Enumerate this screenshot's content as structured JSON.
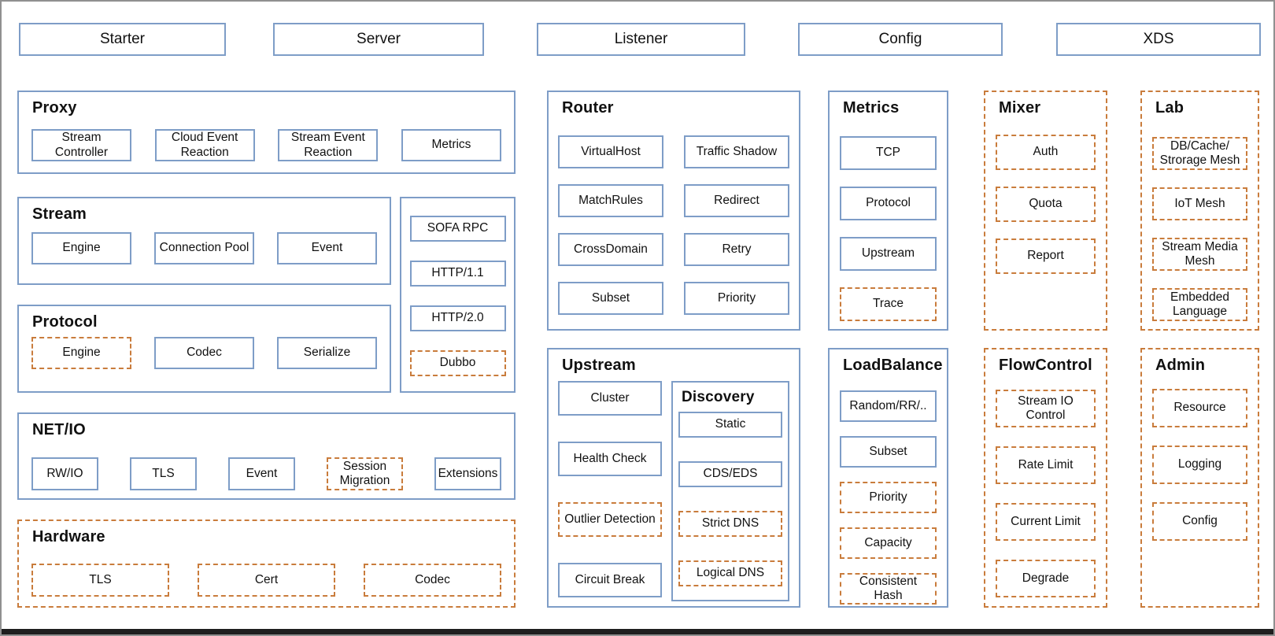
{
  "colors": {
    "solid_border_blue": "#7e9dc7",
    "dashed_border_orange": "#c97c3c",
    "text": "#111111",
    "background": "#ffffff"
  },
  "top_row": [
    "Starter",
    "Server",
    "Listener",
    "Config",
    "XDS"
  ],
  "sections": {
    "proxy": {
      "title": "Proxy",
      "items": [
        "Stream Controller",
        "Cloud Event Reaction",
        "Stream Event Reaction",
        "Metrics"
      ]
    },
    "stream": {
      "title": "Stream",
      "items": [
        "Engine",
        "Connection Pool",
        "Event"
      ]
    },
    "protocol": {
      "title": "Protocol",
      "items": [
        "Engine",
        "Codec",
        "Serialize"
      ]
    },
    "protocol_stack": {
      "items": [
        "SOFA RPC",
        "HTTP/1.1",
        "HTTP/2.0",
        "Dubbo"
      ]
    },
    "netio": {
      "title": "NET/IO",
      "items": [
        "RW/IO",
        "TLS",
        "Event",
        "Session Migration",
        "Extensions"
      ]
    },
    "hardware": {
      "title": "Hardware",
      "items": [
        "TLS",
        "Cert",
        "Codec"
      ]
    },
    "router": {
      "title": "Router",
      "items": [
        "VirtualHost",
        "Traffic Shadow",
        "MatchRules",
        "Redirect",
        "CrossDomain",
        "Retry",
        "Subset",
        "Priority"
      ]
    },
    "upstream": {
      "title": "Upstream",
      "items": [
        "Cluster",
        "Health Check",
        "Outlier Detection",
        "Circuit Break"
      ]
    },
    "discovery": {
      "title": "Discovery",
      "items": [
        "Static",
        "CDS/EDS",
        "Strict DNS",
        "Logical DNS"
      ]
    },
    "metrics": {
      "title": "Metrics",
      "items": [
        "TCP",
        "Protocol",
        "Upstream",
        "Trace"
      ]
    },
    "loadbalance": {
      "title": "LoadBalance",
      "items": [
        "Random/RR/..",
        "Subset",
        "Priority",
        "Capacity",
        "Consistent Hash"
      ]
    },
    "mixer": {
      "title": "Mixer",
      "items": [
        "Auth",
        "Quota",
        "Report"
      ]
    },
    "flowcontrol": {
      "title": "FlowControl",
      "items": [
        "Stream IO Control",
        "Rate Limit",
        "Current Limit",
        "Degrade"
      ]
    },
    "lab": {
      "title": "Lab",
      "items": [
        "DB/Cache/ Strorage Mesh",
        "IoT Mesh",
        "Stream Media Mesh",
        "Embedded Language"
      ]
    },
    "admin": {
      "title": "Admin",
      "items": [
        "Resource",
        "Logging",
        "Config"
      ]
    }
  }
}
